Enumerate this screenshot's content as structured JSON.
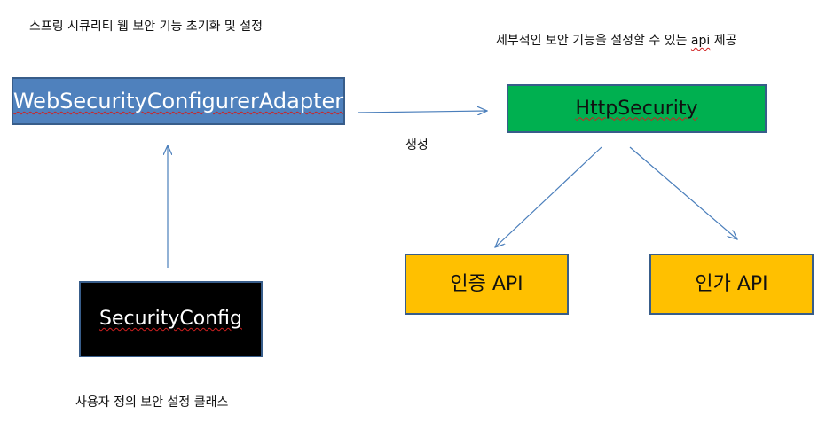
{
  "captions": {
    "init_caption": "스프링 시큐리티 웹 보안 기능 초기화 및 설정",
    "api_caption_before": "세부적인 보안 기능을 설정할 수 있는 ",
    "api_caption_api": "api",
    "api_caption_after": " 제공",
    "create_label": "생성",
    "class_caption": "사용자 정의 보안 설정 클래스"
  },
  "nodes": {
    "web_security_configurer_adapter": "WebSecurityConfigurerAdapter",
    "http_security": "HttpSecurity",
    "security_config": "SecurityConfig",
    "authentication_api": "인증 API",
    "authorization_api": "인가 API"
  },
  "colors": {
    "adapter_fill": "#4f81bd",
    "http_security_fill": "#00b050",
    "security_config_fill": "#000000",
    "api_fill": "#ffc000",
    "box_border": "#385d8a",
    "arrow": "#4a7ebb"
  }
}
